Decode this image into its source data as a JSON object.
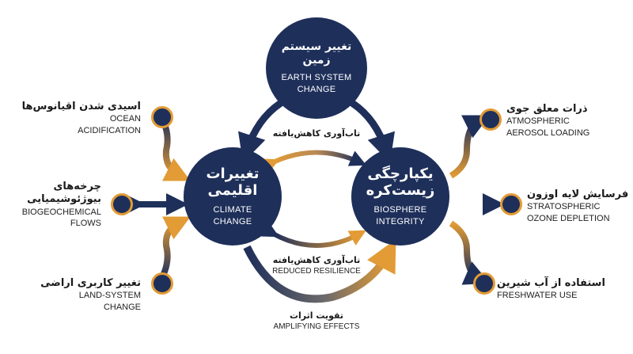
{
  "colors": {
    "navy": "#1e2f5a",
    "orange": "#e29b35"
  },
  "earth": {
    "fa": "تغییر سیستم زمین",
    "en": "EARTH SYSTEM\nCHANGE"
  },
  "climate": {
    "fa": "تغییرات\nاقلیمی",
    "en": "CLIMATE\nCHANGE"
  },
  "biosphere": {
    "fa": "یکپارچگی\nزیست‌کره",
    "en": "BIOSPHERE\nINTEGRITY"
  },
  "left_items": [
    {
      "fa": "اسیدی شدن اقیانوس‌ها",
      "en": "OCEAN\nACIDIFICATION"
    },
    {
      "fa": "چرخه‌های\nبیوژئوشیمیایی",
      "en": "BIOGEOCHEMICAL\nFLOWS"
    },
    {
      "fa": "تغییر کاربری اراضی",
      "en": "LAND-SYSTEM\nCHANGE"
    }
  ],
  "right_items": [
    {
      "fa": "ذرات معلق جوی",
      "en": "ATMOSPHERIC\nAEROSOL LOADING"
    },
    {
      "fa": "فرسایش لایه اوزون",
      "en": "STRATOSPHERIC\nOZONE DEPLETION"
    },
    {
      "fa": "استفاده از آب شیرین",
      "en": "FRESHWATER USE"
    }
  ],
  "links": {
    "upper_fa": "تاب‌آوری کاهش‌یافته",
    "lower_fa": "تاب‌آوری کاهش‌یافته",
    "lower_en": "REDUCED RESILIENCE",
    "amplify_fa": "تقویت اثرات",
    "amplify_en": "AMPLIFYING EFFECTS"
  }
}
